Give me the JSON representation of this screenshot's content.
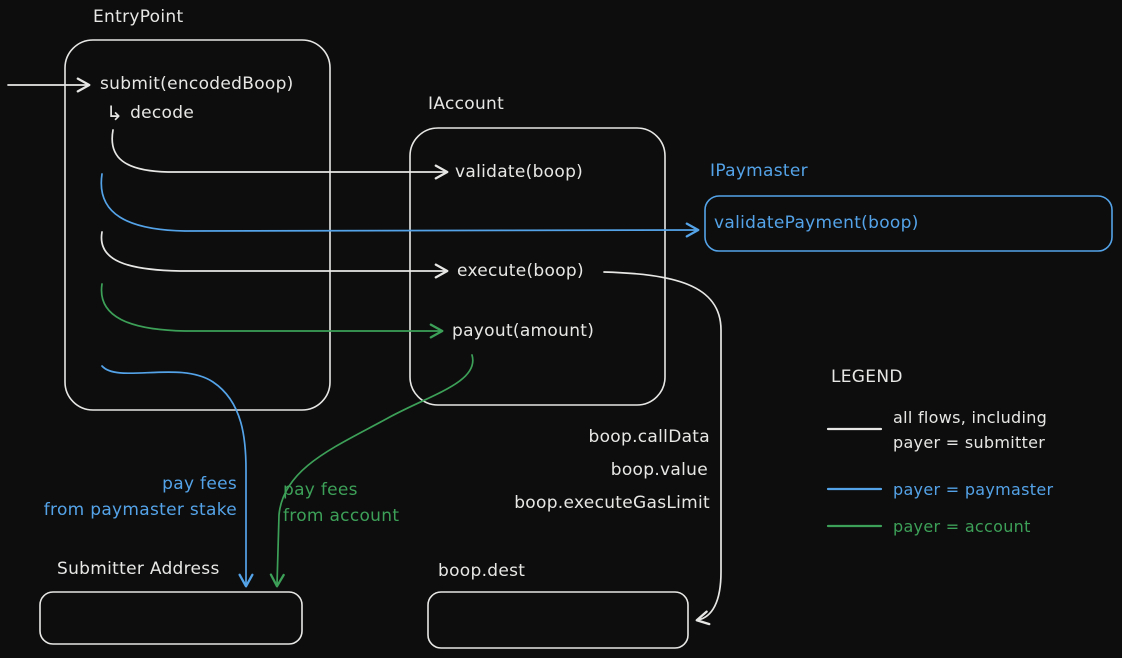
{
  "colors": {
    "background": "#0d0d0d",
    "ink": "#e7e7e5",
    "blue": "#54a3e8",
    "green": "#3da058"
  },
  "entrypoint": {
    "title": "EntryPoint",
    "submit": "submit(encodedBoop)",
    "decode": "decode",
    "decode_glyph": "↳"
  },
  "iaccount": {
    "title": "IAccount",
    "validate": "validate(boop)",
    "execute": "execute(boop)",
    "payout": "payout(amount)"
  },
  "ipaymaster": {
    "title": "IPaymaster",
    "validate_payment": "validatePayment(boop)"
  },
  "fees": {
    "paymaster": {
      "line1": "pay fees",
      "line2": "from paymaster stake"
    },
    "account": {
      "line1": "pay fees",
      "line2": "from account"
    }
  },
  "boop_fields": {
    "call_data": "boop.callData",
    "value": "boop.value",
    "execute_gas_limit": "boop.executeGasLimit"
  },
  "boxes": {
    "submitter_address": "Submitter Address",
    "boop_dest": "boop.dest"
  },
  "legend": {
    "title": "LEGEND",
    "items": [
      {
        "color": "#e7e7e5",
        "line1": "all flows, including",
        "line2": "payer = submitter"
      },
      {
        "color": "#54a3e8",
        "line1": "payer = paymaster"
      },
      {
        "color": "#3da058",
        "line1": "payer = account"
      }
    ]
  }
}
